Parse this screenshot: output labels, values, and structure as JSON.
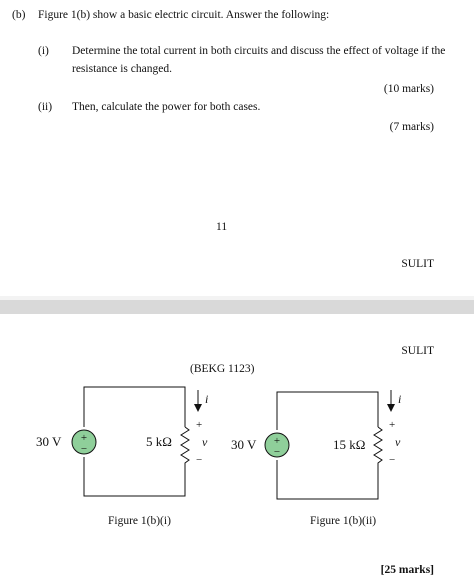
{
  "page1": {
    "part_label": "(b)",
    "part_text": "Figure 1(b) show a basic electric circuit. Answer the following:",
    "q1_label": "(i)",
    "q1_line1": "Determine the total current in both circuits and discuss the effect of voltage if the",
    "q1_line2": "resistance is changed.",
    "q1_marks": "(10 marks)",
    "q2_label": "(ii)",
    "q2_text": "Then, calculate the power for both cases.",
    "q2_marks": "(7 marks)",
    "page_number": "11",
    "footer": "SULIT"
  },
  "page2": {
    "header": "SULIT",
    "course_code": "(BEKG 1123)",
    "circuit1": {
      "source": "30 V",
      "plus": "+",
      "minus": "−",
      "resistor": "5 kΩ",
      "current": "i",
      "v_plus": "+",
      "voltage": "v",
      "v_minus": "−",
      "caption": "Figure 1(b)(i)"
    },
    "circuit2": {
      "source": "30 V",
      "plus": "+",
      "minus": "−",
      "resistor": "15 kΩ",
      "current": "i",
      "v_plus": "+",
      "voltage": "v",
      "v_minus": "−",
      "caption": "Figure 1(b)(ii)"
    },
    "total_marks": "[25 marks]"
  }
}
